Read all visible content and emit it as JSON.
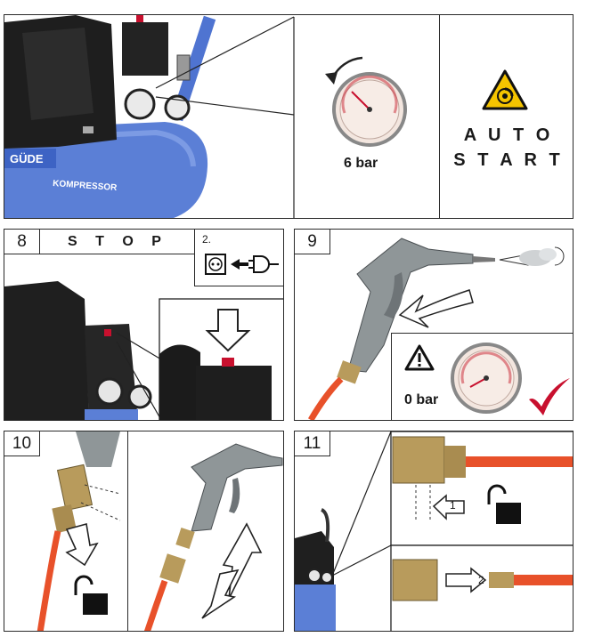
{
  "brand": {
    "logo": "GÜDE",
    "product": "KOMPRESSOR"
  },
  "panel_top": {
    "pressure": "6 bar",
    "autostart_line1": "A U T O",
    "autostart_line2": "S T A R T",
    "warning_icon": "auto-start-warning-icon"
  },
  "step8": {
    "number": "8",
    "title": "S T O P",
    "sub_step": "2.",
    "icon": "unplug-icon"
  },
  "step9": {
    "number": "9",
    "pressure": "0 bar",
    "icons": [
      "warning-icon",
      "checkmark-icon"
    ]
  },
  "step10": {
    "number": "10",
    "icons": [
      "padlock-open-icon"
    ]
  },
  "step11": {
    "number": "11",
    "arrow1": "1",
    "arrow2": "2",
    "icons": [
      "padlock-open-icon"
    ]
  },
  "colors": {
    "accent_blue": "#5b7fd6",
    "hose_orange": "#e8512a",
    "check_red": "#c8102e",
    "warning_yellow": "#f5c400"
  }
}
